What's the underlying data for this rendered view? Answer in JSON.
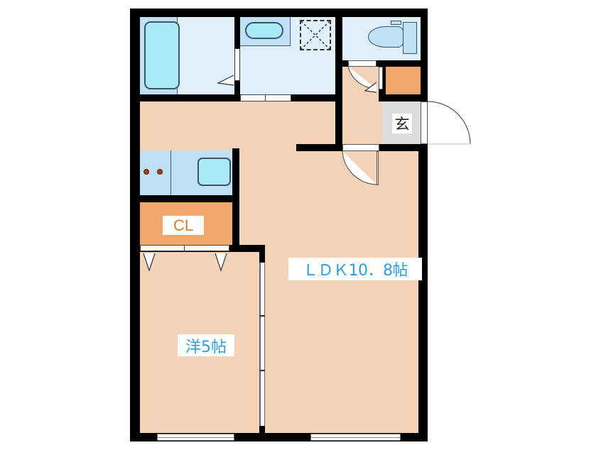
{
  "floorplan": {
    "colors": {
      "wall": "#000000",
      "living_floor": "#f2d3b8",
      "wet_area": "#dff0fb",
      "wet_fixture": "#bfe0f7",
      "tub": "#a8e9f7",
      "storage": "#efa86a",
      "entrance": "#dcdcdc",
      "label_text": "#2aa1de",
      "cl_text": "#e07b2c",
      "door": "#ffffff"
    },
    "rooms": {
      "ldk": {
        "label": "ＬＤＫ10．8帖",
        "type": "LDK",
        "size_jo": 10.8
      },
      "western_room": {
        "label": "洋5帖",
        "type": "Western-style room",
        "size_jo": 5
      },
      "closet": {
        "label": "CL"
      },
      "entrance": {
        "label": "玄"
      },
      "bathroom": {
        "label": ""
      },
      "washroom": {
        "label": ""
      },
      "toilet": {
        "label": ""
      },
      "kitchen": {
        "label": ""
      },
      "storage": {
        "label": ""
      }
    }
  }
}
